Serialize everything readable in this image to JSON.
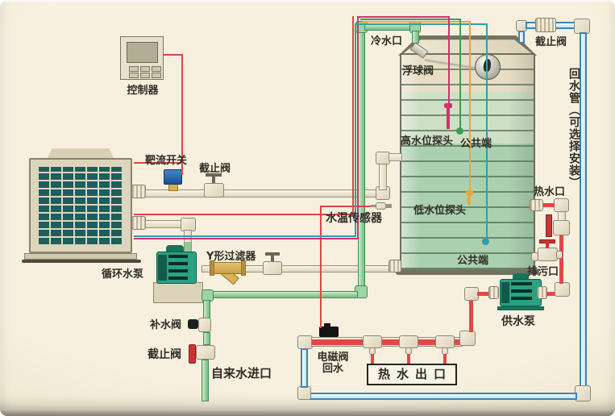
{
  "labels": {
    "controller": "控制器",
    "flow_switch": "靶流开关",
    "shutoff_valve_top": "截止阀",
    "cold_inlet": "冷水口",
    "float_valve": "浮球阀",
    "shutoff_valve_return": "截止阀",
    "return_pipe_note": "回水管（可选择安装）",
    "high_level_probe": "高水位探头",
    "common_upper": "公共端",
    "low_level_probe": "低水位探头",
    "common_lower": "公共端",
    "hot_port": "热水口",
    "drain_port": "排污口",
    "temp_sensor": "水温传感器",
    "y_filter": "Y形过滤器",
    "circulation_pump": "循环水泵",
    "makeup_valve": "补水阀",
    "shutoff_valve_inlet": "截止阀",
    "tap_inlet": "自来水进口",
    "solenoid_line1": "电磁阀",
    "solenoid_line2": "回水",
    "hot_outlet_box": "热水出口",
    "supply_pump": "供水泵"
  },
  "colors": {
    "hot_water_pipe": "#e04848",
    "cold_water_pipe": "#7cc28b",
    "return_pipe": "#3a85b5",
    "control_wire": "#e04545",
    "high_probe_wire": "#d6306b",
    "common_upper_wire": "#3f9e4f",
    "low_probe_wire": "#eda53a",
    "common_lower_wire": "#2f9fae",
    "background": "#f5eedd"
  }
}
